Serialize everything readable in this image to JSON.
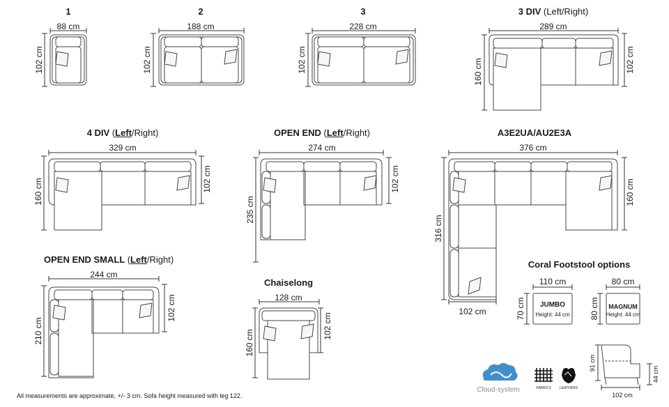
{
  "variants": {
    "v1": {
      "title": "1",
      "width": "88 cm",
      "depth": "102 cm"
    },
    "v2": {
      "title": "2",
      "width": "188 cm",
      "depth": "102 cm"
    },
    "v3": {
      "title": "3",
      "width": "228 cm",
      "depth": "102 cm"
    },
    "v3div": {
      "title": "3 DIV",
      "title_suffix": "(Left/Right)",
      "width": "289 cm",
      "depth_left": "160 cm",
      "depth_right": "102 cm"
    },
    "v4div": {
      "title": "4 DIV",
      "title_open": "(",
      "title_left": "Left",
      "title_rest": "/Right)",
      "width": "329 cm",
      "depth_left": "160 cm",
      "depth_right": "102 cm"
    },
    "openend": {
      "title": "OPEN END",
      "title_open": "(",
      "title_left": "Left",
      "title_rest": "/Right)",
      "width": "274 cm",
      "depth_left": "235 cm",
      "depth_right": "102 cm"
    },
    "ushape": {
      "title": "A3E2UA/AU2E3A",
      "width": "376 cm",
      "depth_left": "316 cm",
      "depth_right": "160 cm",
      "bottom_width": "102 cm"
    },
    "openendsmall": {
      "title": "OPEN END SMALL",
      "title_open": "(",
      "title_left": "Left",
      "title_rest": "/Right)",
      "width": "244 cm",
      "depth_left": "210 cm",
      "depth_right": "102 cm"
    },
    "chaiselong": {
      "title": "Chaiselong",
      "width": "128 cm",
      "depth_left": "160 cm",
      "depth_right": "102 cm"
    }
  },
  "footstools": {
    "heading": "Coral Footstool options",
    "jumbo": {
      "name": "JUMBO",
      "height_note": "Height: 44 cm",
      "width": "110 cm",
      "depth": "70 cm"
    },
    "magnum": {
      "name": "MAGNUM",
      "height_note": "Height: 44 cm",
      "width": "80 cm",
      "depth": "80 cm"
    }
  },
  "side_view": {
    "height": "91 cm",
    "seat_height": "44 cm",
    "depth": "102 cm"
  },
  "brand": {
    "name": "Cloud-system",
    "icon_fabrics": "FABRICS",
    "icon_leathers": "LEATHERS"
  },
  "footnote": "All measurements are approximate, +/- 3 cm. Sofa height measured with leg 122."
}
